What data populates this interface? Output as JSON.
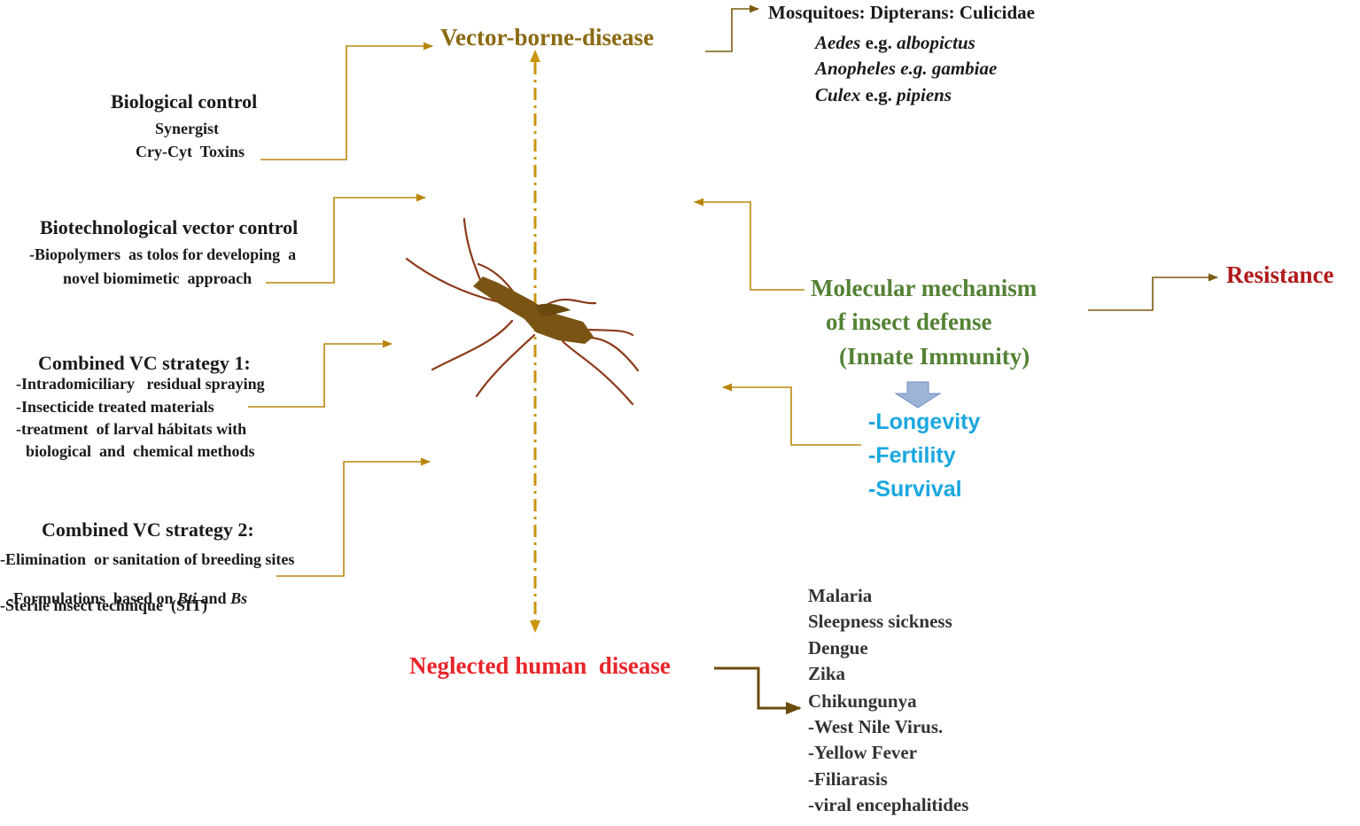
{
  "colors": {
    "gold": "#b8860b",
    "brown": "#7a5a10",
    "red": "#e8252a",
    "darkred": "#b01b1b",
    "green": "#548235",
    "blue": "#1aa7e0",
    "mosquito": "#7a5412",
    "legs": "#8b3a1a",
    "down_arrow": "#9db3d8"
  },
  "top": {
    "title": "Vector-borne-disease"
  },
  "mosquitoes": {
    "heading": "Mosquitoes: Dipterans: Culicidae",
    "items": [
      {
        "genus": "Aedes",
        "eg": " e.g. ",
        "species": "albopictus"
      },
      {
        "genus": "Anopheles",
        "eg": " e.g. ",
        "species": "gambiae"
      },
      {
        "genus": "Culex",
        "eg": " e.g. ",
        "species": "pipiens"
      }
    ]
  },
  "biological": {
    "heading": "Biological control",
    "line1": "Synergist",
    "line2": "Cry-Cyt  Toxins"
  },
  "biotech": {
    "heading": "Biotechnological vector control",
    "line1": "-Biopolymers  as tolos for developing  a",
    "line2": "novel biomimetic  approach"
  },
  "vc1": {
    "heading": "Combined VC strategy 1:",
    "lines": [
      "-Intradomiciliary   residual spraying",
      "-Insecticide treated materials",
      "-treatment  of larval hábitats with",
      "biological  and  chemical methods"
    ]
  },
  "vc2": {
    "heading": "Combined VC strategy 2:",
    "line1": "-Elimination  or sanitation of breeding sites",
    "line2_pre": "-Formulations  based on ",
    "line2_bti": "Bti",
    "line2_and": " and ",
    "line2_bs": "Bs",
    "line3": "-Sterile insect technique  (SIT)"
  },
  "molecular": {
    "line1": "Molecular mechanism",
    "line2": "of insect defense",
    "line3": "(Innate Immunity)"
  },
  "resistance": "Resistance",
  "outcomes": [
    "-Longevity",
    "-Fertility",
    "-Survival"
  ],
  "neglected": "Neglected human  disease",
  "diseases": [
    "Malaria",
    "Sleepness sickness",
    "Dengue",
    "Zika",
    "Chikungunya",
    "-West Nile Virus.",
    "-Yellow Fever",
    "-Filiarasis",
    "-viral encephalitides"
  ]
}
